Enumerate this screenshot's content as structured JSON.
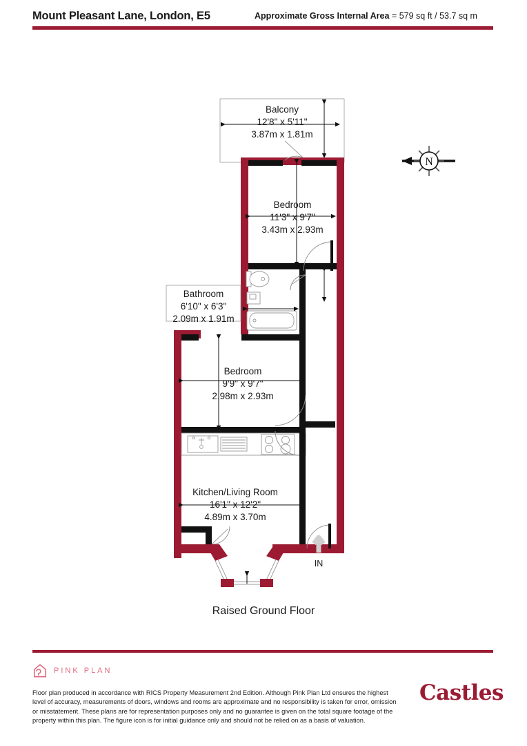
{
  "header": {
    "title": "Mount Pleasant Lane, London, E5",
    "area_label": "Approximate Gross Internal Area",
    "area_value": "= 579 sq ft / 53.7 sq m",
    "rule_color": "#9c1b33"
  },
  "compass": {
    "label": "N",
    "name": "north-compass-rose"
  },
  "plan": {
    "floor_caption": "Raised Ground Floor",
    "entrance_label": "IN",
    "wall_color_exterior": "#9c1b33",
    "wall_color_interior": "#111111",
    "rooms": [
      {
        "id": "balcony",
        "name": "Balcony",
        "imperial": "12'8\" x 5'11\"",
        "metric": "3.87m x 1.81m"
      },
      {
        "id": "bedroom-1",
        "name": "Bedroom",
        "imperial": "11'3\" x 9'7\"",
        "metric": "3.43m x 2.93m"
      },
      {
        "id": "bathroom",
        "name": "Bathroom",
        "imperial": "6'10\" x 6'3\"",
        "metric": "2.09m x 1.91m"
      },
      {
        "id": "bedroom-2",
        "name": "Bedroom",
        "imperial": "9'9\" x 9'7\"",
        "metric": "2.98m x 2.93m"
      },
      {
        "id": "kitchen-living",
        "name": "Kitchen/Living Room",
        "imperial": "16'1\" x 12'2\"",
        "metric": "4.89m x 3.70m"
      }
    ]
  },
  "footer": {
    "brand_word": "PINK PLAN",
    "brand_color": "#e0697f",
    "disclaimer": "Floor plan produced in accordance with RICS Property Measurement 2nd Edition. Although Pink Plan Ltd ensures the highest level of accuracy, measurements of doors, windows and rooms are approximate and no responsibility is taken for error, omission or misstatement. These plans are for representation purposes only and no guarantee is given on the total square footage of the property within this plan. The figure icon is for initial guidance only and should not be relied on as a basis of valuation.",
    "agency": "Castles",
    "agency_color": "#9c1b33"
  }
}
